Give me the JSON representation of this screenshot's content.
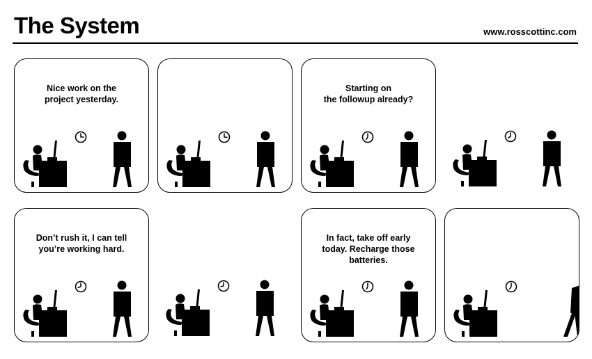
{
  "header": {
    "title": "The System",
    "site": "www.rosscottinc.com"
  },
  "colors": {
    "ink": "#000000",
    "paper": "#ffffff"
  },
  "panels": [
    {
      "name": "panel-1",
      "bordered": true,
      "speech": "Nice work on the\nproject yesterday.",
      "boss": "stand"
    },
    {
      "name": "panel-2",
      "bordered": true,
      "speech": "",
      "boss": "stand"
    },
    {
      "name": "panel-3",
      "bordered": true,
      "speech": "Starting on\nthe followup already?",
      "boss": "stand"
    },
    {
      "name": "panel-4",
      "bordered": false,
      "speech": "",
      "boss": "stand"
    },
    {
      "name": "panel-5",
      "bordered": true,
      "speech": "Don’t rush it, I can tell\nyou’re working hard.",
      "boss": "stand"
    },
    {
      "name": "panel-6",
      "bordered": false,
      "speech": "",
      "boss": "stand"
    },
    {
      "name": "panel-7",
      "bordered": true,
      "speech": "In fact, take off early\ntoday. Recharge those\nbatteries.",
      "boss": "stand"
    },
    {
      "name": "panel-8",
      "bordered": true,
      "speech": "",
      "boss": "walk"
    }
  ]
}
